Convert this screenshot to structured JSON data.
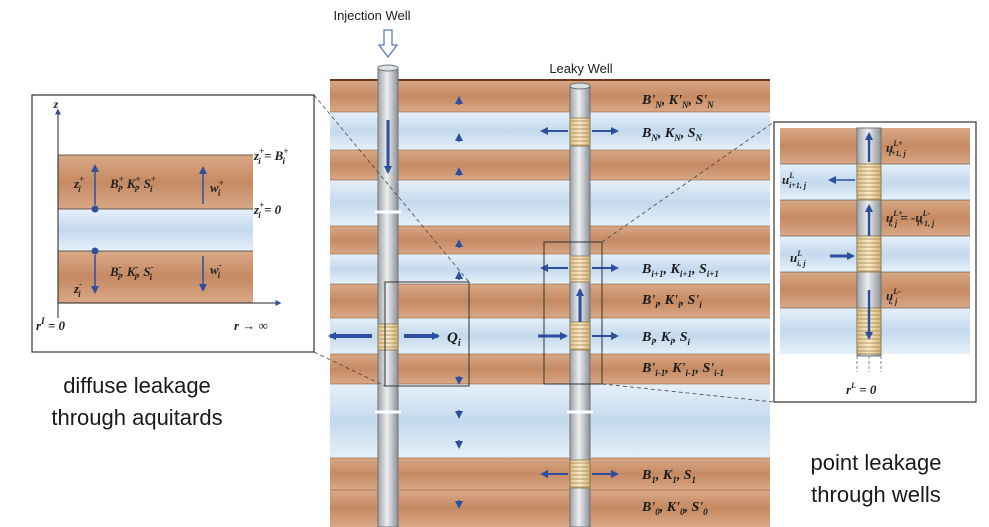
{
  "colors": {
    "aquitard": "#c98e68",
    "aquitard_light": "#e8c2a4",
    "aquifer": "#c7dcef",
    "aquifer_light": "#eaf2fa",
    "arrow": "#2f4f9e",
    "well": "#c7c9cc",
    "screen": "#efdcae"
  },
  "labels": {
    "injection_well": "Injection Well",
    "leaky_well": "Leaky Well",
    "Q": "Q",
    "Q_sub": "i"
  },
  "layer_labels": [
    {
      "id": "bn_prime",
      "text": "B'N, K'N, S'N",
      "main": [
        "B",
        "K",
        "S"
      ],
      "sub": "N",
      "prime": true
    },
    {
      "id": "bn",
      "text": "BN, KN, SN",
      "main": [
        "B",
        "K",
        "S"
      ],
      "sub": "N",
      "prime": false
    },
    {
      "id": "bi1",
      "text": "Bi+1, Ki+1, Si+1",
      "main": [
        "B",
        "K",
        "S"
      ],
      "sub": "i+1",
      "prime": false
    },
    {
      "id": "bi_prime",
      "text": "B'i, K'i, S'i",
      "main": [
        "B",
        "K",
        "S"
      ],
      "sub": "i",
      "prime": true
    },
    {
      "id": "bi",
      "text": "Bi, Ki, Si",
      "main": [
        "B",
        "K",
        "S"
      ],
      "sub": "i",
      "prime": false
    },
    {
      "id": "bim1_prime",
      "text": "B'i-1, K'i-1, S'i-1",
      "main": [
        "B",
        "K",
        "S"
      ],
      "sub": "i-1",
      "prime": true
    },
    {
      "id": "b1",
      "text": "B1, K1, S1",
      "main": [
        "B",
        "K",
        "S"
      ],
      "sub": "1",
      "prime": false
    },
    {
      "id": "b0_prime",
      "text": "B0', K0', S0'",
      "main": [
        "B",
        "K",
        "S"
      ],
      "sub": "0",
      "prime": true
    }
  ],
  "left_inset": {
    "z_axis": "z",
    "r_axis": "r → ∞",
    "r_origin": "r",
    "r_origin_sup": "I",
    "r_origin_eq": " = 0",
    "z_top_lhs": "z",
    "z_top_sup": "+",
    "z_top_sub": "i",
    "z_top_rhs": " = B",
    "z_mid_rhs": " = 0",
    "z_plus": "z",
    "z_minus": "z",
    "w_plus": "w",
    "w_minus": "w",
    "upper_params": "B, K, S",
    "lower_params": "B, K, S"
  },
  "right_inset": {
    "u_top": "u",
    "u_top_sup": "L+",
    "u_top_sub": "i+1, j",
    "u_left": "u",
    "u_left_sup": "L",
    "u_left_sub": "i+1, j",
    "u_eq_lhs_sup": "L+",
    "u_eq_lhs_sub": "i, j",
    "u_eq_rhs_sup": "L-",
    "u_eq_rhs_sub": "i+1, j",
    "u_in_sup": "L",
    "u_in_sub": "i, j",
    "u_bot_sup": "L-",
    "u_bot_sub": "i, j",
    "r_origin": "r",
    "r_origin_sup": "L",
    "r_origin_eq": " = 0"
  },
  "captions": {
    "left_line1": "diffuse leakage",
    "left_line2": "through aquitards",
    "right_line1": "point leakage",
    "right_line2": "through wells"
  }
}
